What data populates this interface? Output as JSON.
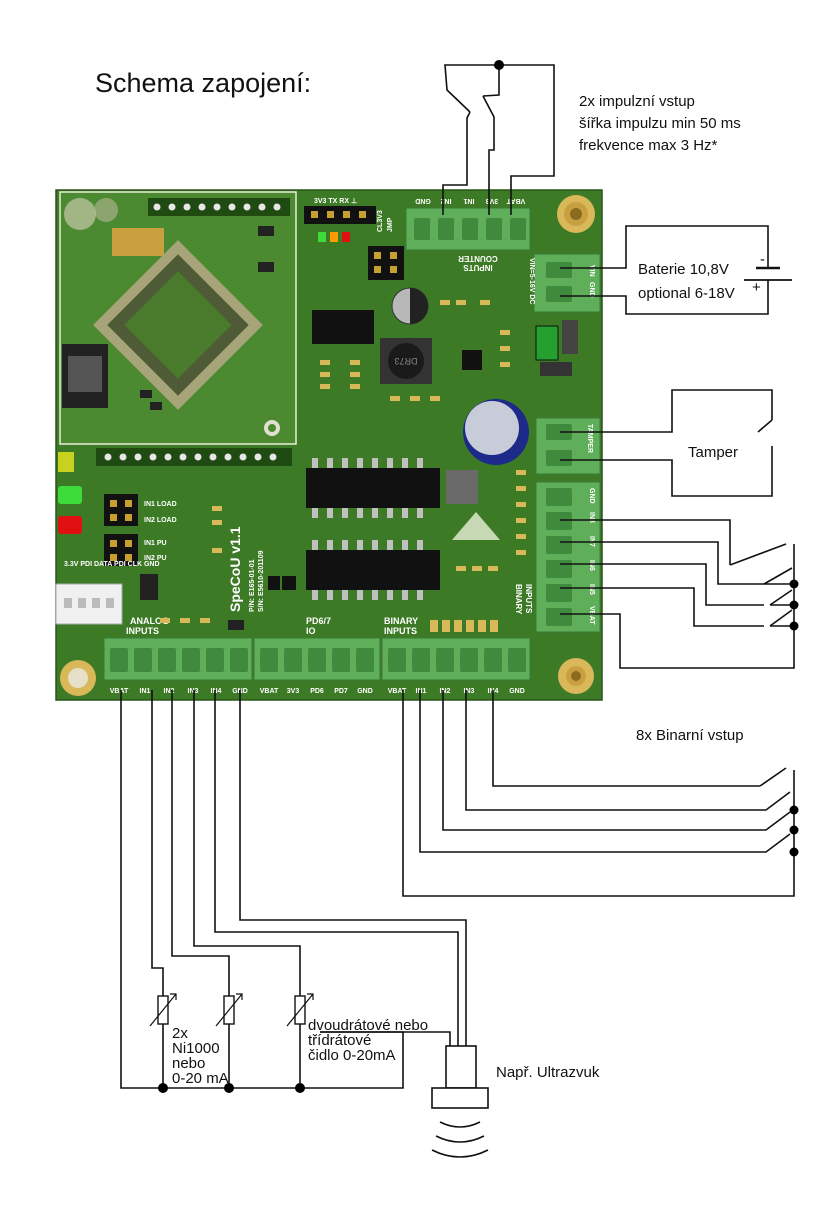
{
  "title": "Schema zapojení:",
  "annotations": {
    "impulse_line1": "2x impulzní vstup",
    "impulse_line2": "šířka impulzu min 50 ms",
    "impulse_line3": "frekvence max 3 Hz*",
    "battery_line1": "Baterie 10,8V",
    "battery_line2": "optional 6-18V",
    "battery_minus": "-",
    "battery_plus": "+",
    "tamper": "Tamper",
    "binary_inputs": "8x Binarní vstup",
    "ni1000_line1": "2x",
    "ni1000_line2": "Ni1000",
    "ni1000_line3": "nebo",
    "ni1000_line4": "0-20 mA",
    "sensor_line1": "dvoudrátové nebo",
    "sensor_line2": "třídrátové",
    "sensor_line3": "čidlo 0-20mA",
    "ultrasonic": "Např. Ultrazvuk"
  },
  "board": {
    "name": "SpeCoU v1.1",
    "pn": "P/N: E165-01-01",
    "sn": "S/N: E5610-201109",
    "analog_label_1": "ANALOG",
    "analog_label_2": "INPUTS",
    "pd67_label_1": "PD6/7",
    "pd67_label_2": "IO",
    "binary_label_1": "BINARY",
    "binary_label_2": "INPUTS",
    "binary_right_label_1": "BINARY",
    "binary_right_label_2": "INPUTS",
    "counter_label_1": "COUNTER",
    "counter_label_2": "INPUTS",
    "tamper_label": "TAMPER",
    "chip_label": "DR73",
    "uart_label": "3V3  TX  RX  ⊥",
    "cl3v3_label": "CL3V3",
    "jmp_label": "JMP",
    "vin_label": "VIN=5-16V DC",
    "in1_load": "IN1 LOAD",
    "in2_load": "IN2 LOAD",
    "in1_pu": "IN1 PU",
    "in2_pu": "IN2 PU",
    "debug_pins": "3.3V  PDI DATA  PDI CLK  GND",
    "top_terminal_pins": [
      "GND",
      "IN2",
      "IN1",
      "3V3",
      "VBAT"
    ],
    "vin_pins": [
      "VIN",
      "GND"
    ],
    "right_terminal_pins": [
      "GND",
      "IN8",
      "IN7",
      "IN6",
      "IN5",
      "VBAT"
    ],
    "analog_pins": [
      "VBAT",
      "IN1",
      "IN2",
      "IN3",
      "IN4",
      "GND"
    ],
    "pd67_pins": [
      "VBAT",
      "3V3",
      "PD6",
      "PD7",
      "GND"
    ],
    "binary_pins": [
      "VBAT",
      "IN1",
      "IN2",
      "IN3",
      "IN4",
      "GND"
    ]
  },
  "colors": {
    "pcb": "#3d7a26",
    "pcb_dark": "#2d5e1a",
    "terminal": "#5fae5a",
    "terminal_dark": "#3f8a3c",
    "silk": "#ffffff",
    "led_green": "#3ddc3a",
    "led_red": "#e01010",
    "pad": "#d9b85a"
  }
}
